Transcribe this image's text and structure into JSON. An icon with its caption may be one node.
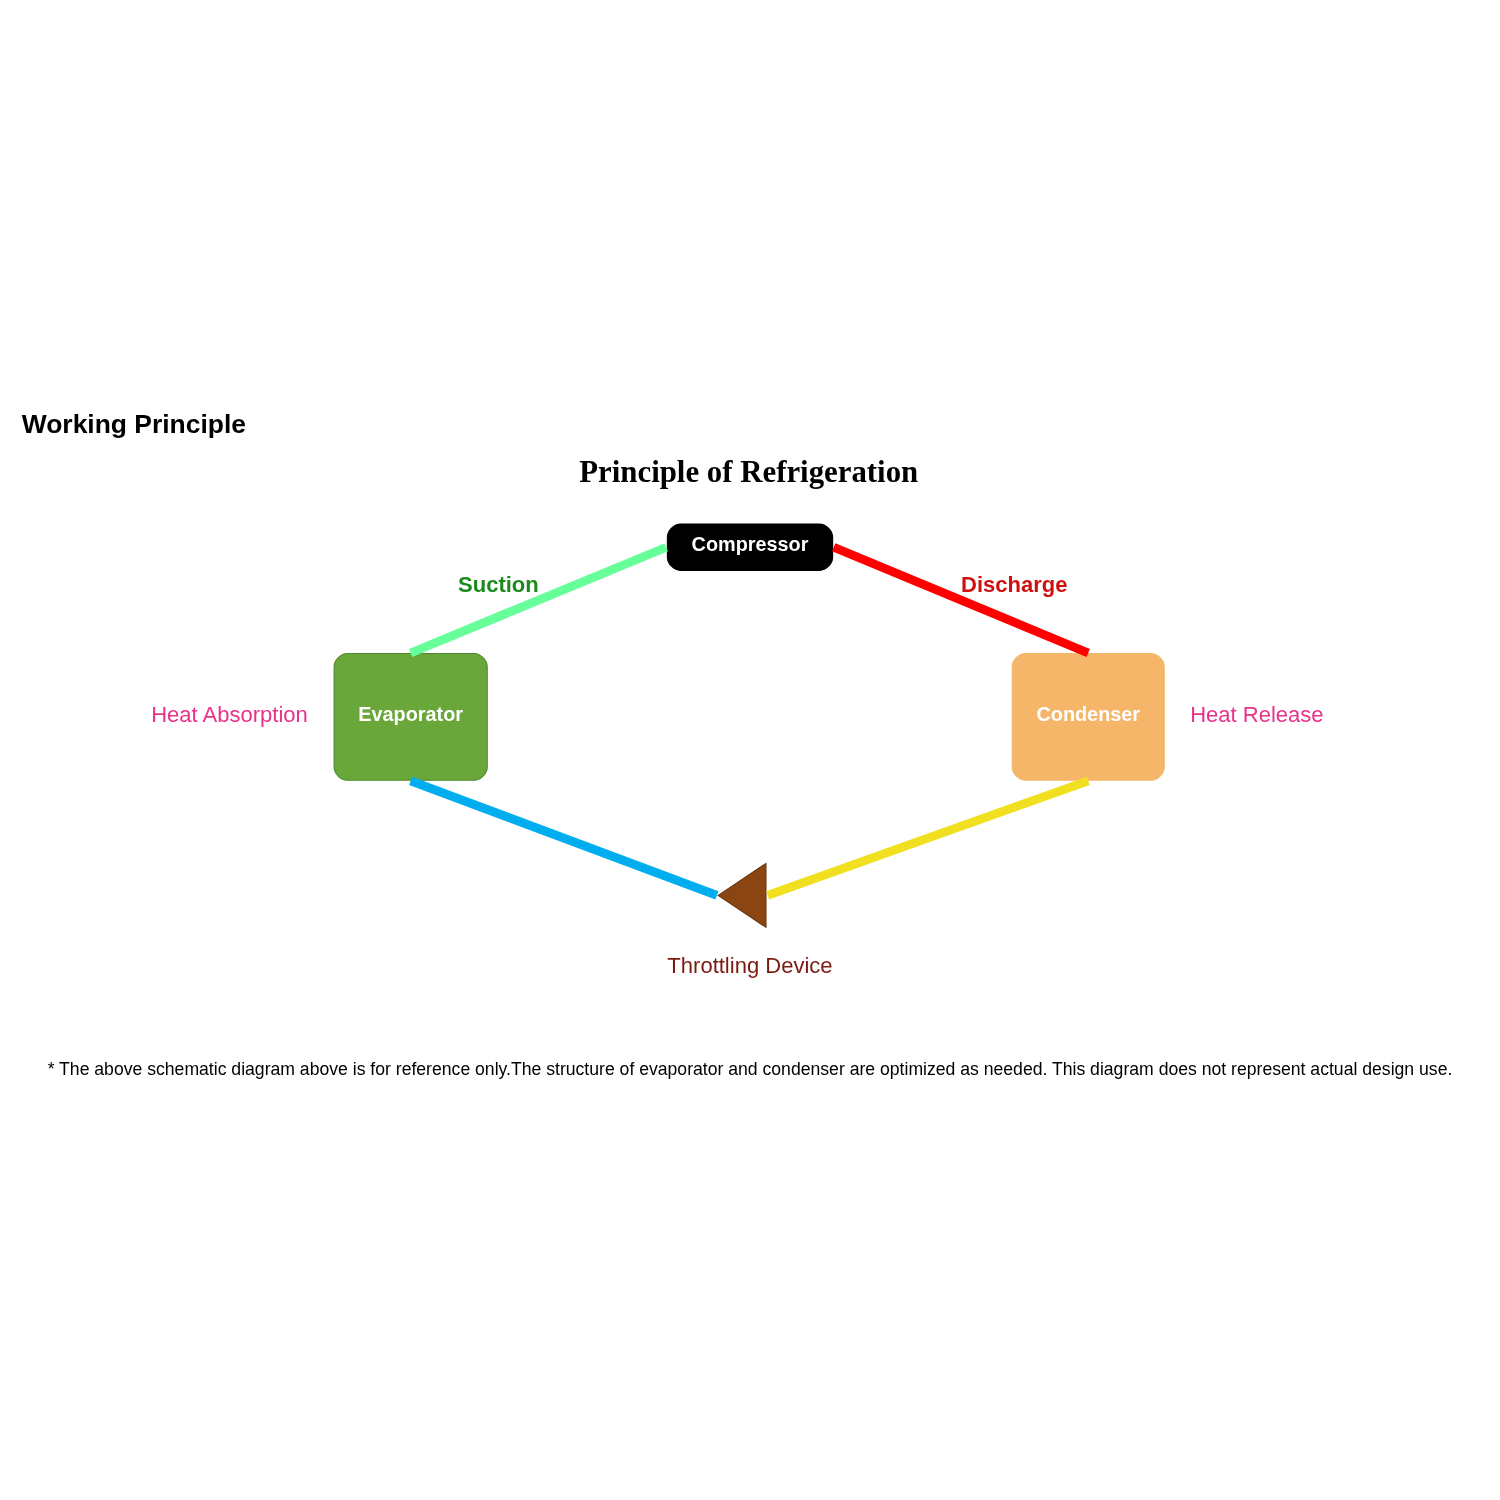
{
  "diagram": {
    "title": "Working Principle",
    "caption": "* The above schematic diagram above is for reference only.The structure of evaporator and condenser are optimized as needed. This diagram does not represent actual design use.",
    "nodes": [
      {
        "text": [
          "Compressor"
        ]
      },
      {
        "text": [
          "Condenser"
        ],
        "beside": [
          "Heat Release"
        ]
      },
      {
        "text": [],
        "shape": "valve",
        "beside": [
          "Throttling Device"
        ]
      },
      {
        "text": [
          "Evaporator"
        ],
        "beside": [
          "Heat Absorption"
        ]
      }
    ],
    "edges": [
      {
        "from": 0,
        "to": 1,
        "arrow": "none",
        "label": "Discharge",
        "color": "#ff0000"
      },
      {
        "from": 1,
        "to": 2,
        "arrow": "none",
        "color": "#f0e020"
      },
      {
        "from": 2,
        "to": 3,
        "arrow": "none",
        "color": "#00aeef"
      },
      {
        "from": 3,
        "to": 0,
        "arrow": "none",
        "label": "Suction",
        "color": "#66ff99"
      }
    ],
    "labels": [
      "Principle of Refrigeration"
    ]
  }
}
